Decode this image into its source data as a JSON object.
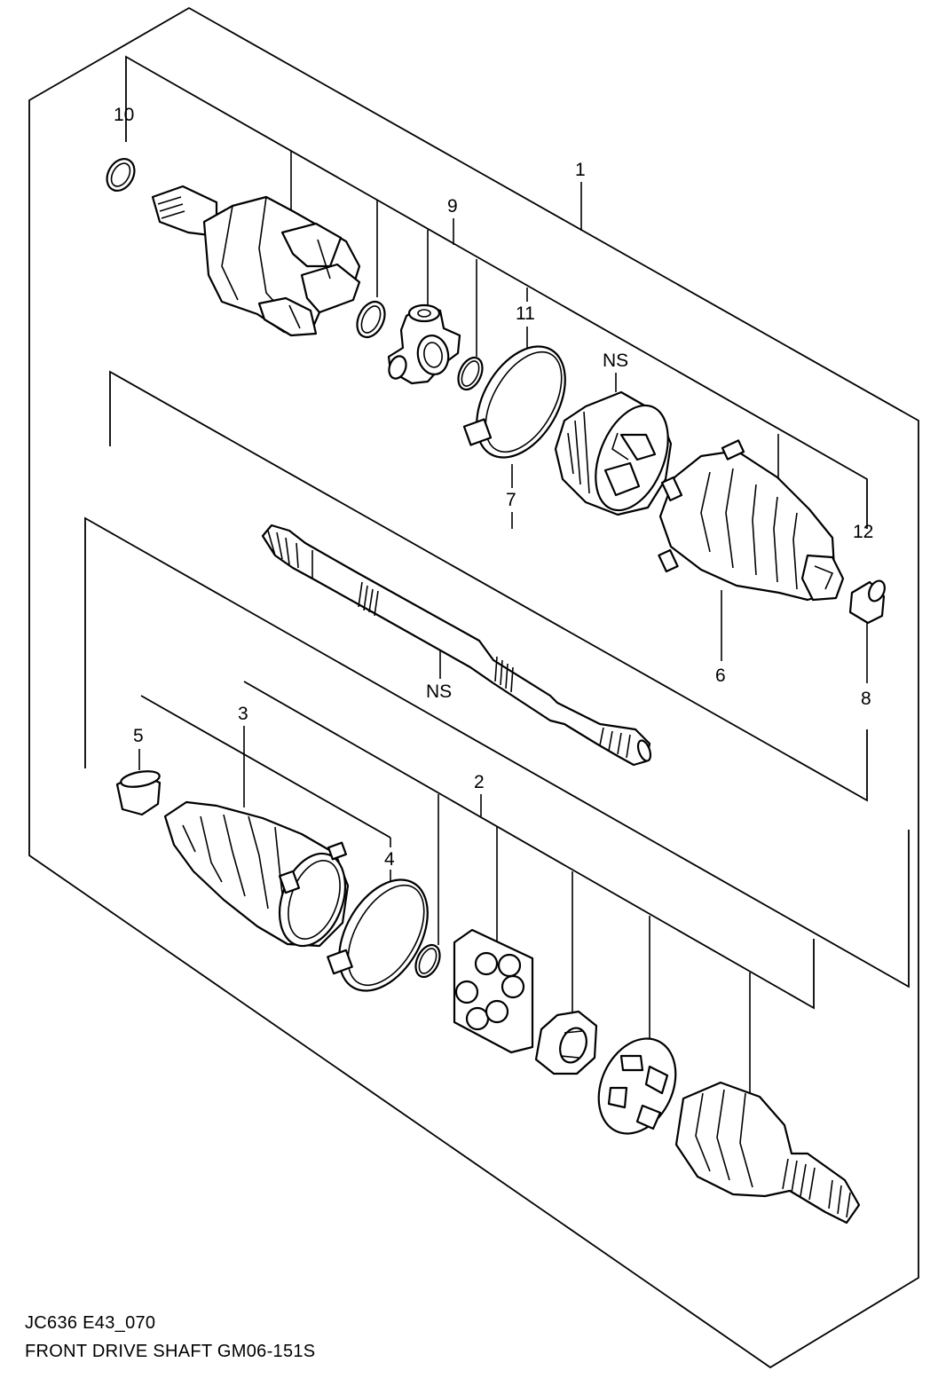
{
  "diagram": {
    "code": "JC636 E43_070",
    "title": "FRONT DRIVE SHAFT GM06-151S",
    "callouts": [
      "1",
      "2",
      "3",
      "4",
      "5",
      "6",
      "7",
      "8",
      "9",
      "10",
      "11",
      "12",
      "NS",
      "NS"
    ]
  }
}
